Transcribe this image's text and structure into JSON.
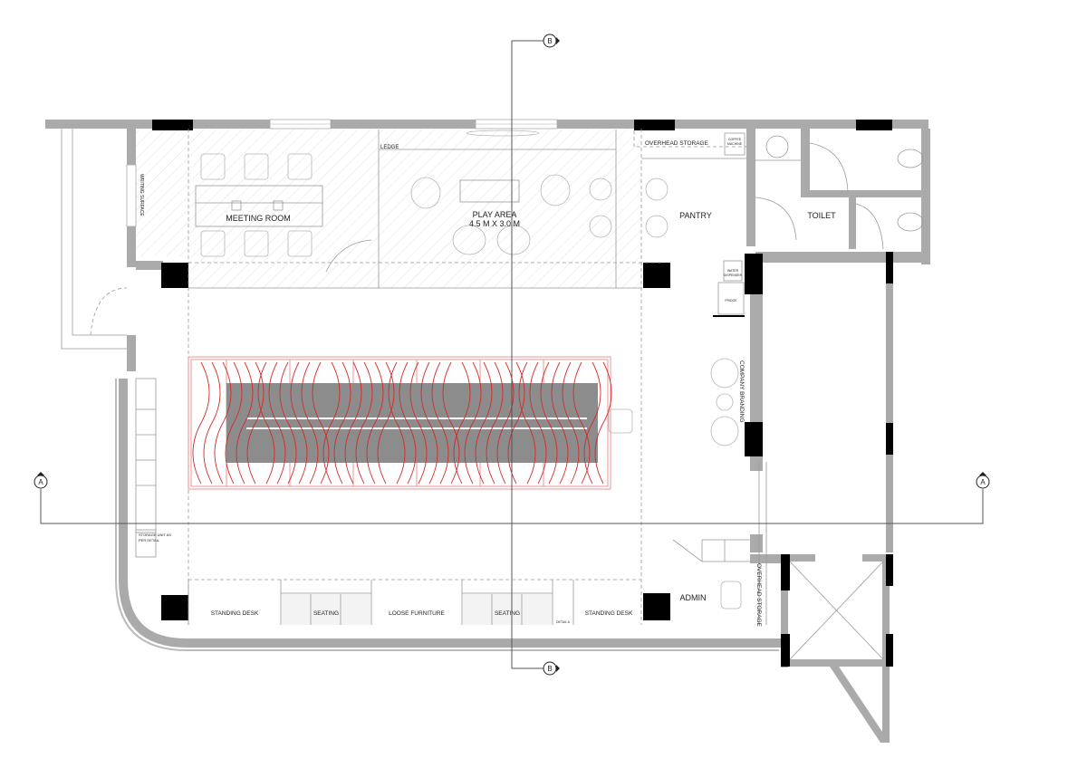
{
  "drawing": {
    "type": "architectural floor plan",
    "rooms": {
      "meeting_room": "MEETING ROOM",
      "play_area": "PLAY AREA",
      "play_area_size": "4.5 M X 3.0 M",
      "pantry": "PANTRY",
      "toilet": "TOILET",
      "admin": "ADMIN"
    },
    "annotations": {
      "writing_surface": "WRITING SURFACE",
      "ledge": "LEDGE",
      "overhead_storage_top": "OVERHEAD STORAGE",
      "coffee_machine_1": "COFFEE",
      "coffee_machine_2": "MACHINE",
      "water_dispenser_1": "WATER",
      "water_dispenser_2": "DISPENSER",
      "fridge": "FRIDGE",
      "company_branding": "COMPANY BRANDING",
      "storage_unit_1": "STORAGE UNIT AS",
      "storage_unit_2": "PER DETAIL",
      "overhead_storage_right": "OVERHEAD STORAGE",
      "detail_a": "DETAIL A"
    },
    "bottom_zones": [
      {
        "label": "STANDING DESK"
      },
      {
        "label": "SEATING"
      },
      {
        "label": "LOOSE FURNITURE"
      },
      {
        "label": "SEATING"
      },
      {
        "label": "STANDING DESK"
      }
    ],
    "section_markers": {
      "a_left": "A",
      "a_right": "A",
      "b_top": "B",
      "b_bottom": "B"
    },
    "colors": {
      "wall": "#aaaaaa",
      "column": "#000000",
      "table_top": "#8c8c8c",
      "pattern_red": "#d42a2a",
      "outline_pink": "#e88a8a"
    }
  }
}
